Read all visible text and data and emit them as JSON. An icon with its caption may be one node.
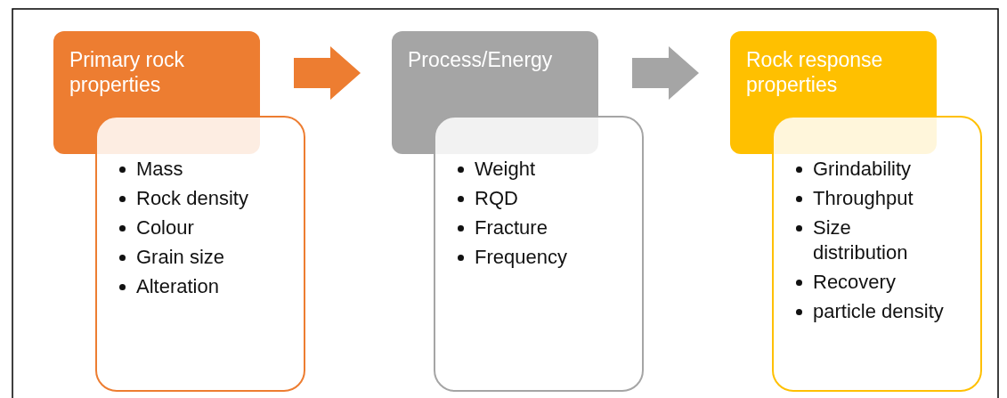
{
  "diagram": {
    "nodes": [
      {
        "text": [
          "Primary rock properties"
        ]
      },
      {
        "text": [
          "Mass",
          "Rock density",
          "Colour",
          "Grain size",
          "Alteration"
        ]
      },
      {
        "text": [
          "Process/Energy"
        ]
      },
      {
        "text": [
          "Weight",
          "RQD",
          "Fracture",
          "Frequency"
        ]
      },
      {
        "text": [
          "Rock response properties"
        ]
      },
      {
        "text": [
          "Grindability",
          "Throughput",
          "Size distribution",
          "Recovery",
          "particle density"
        ]
      }
    ],
    "edges": [
      {
        "from": 0,
        "to": 2,
        "arrow": "to",
        "color": "#ed7d31"
      },
      {
        "from": 2,
        "to": 4,
        "arrow": "to",
        "color": "#a5a5a5"
      }
    ]
  }
}
